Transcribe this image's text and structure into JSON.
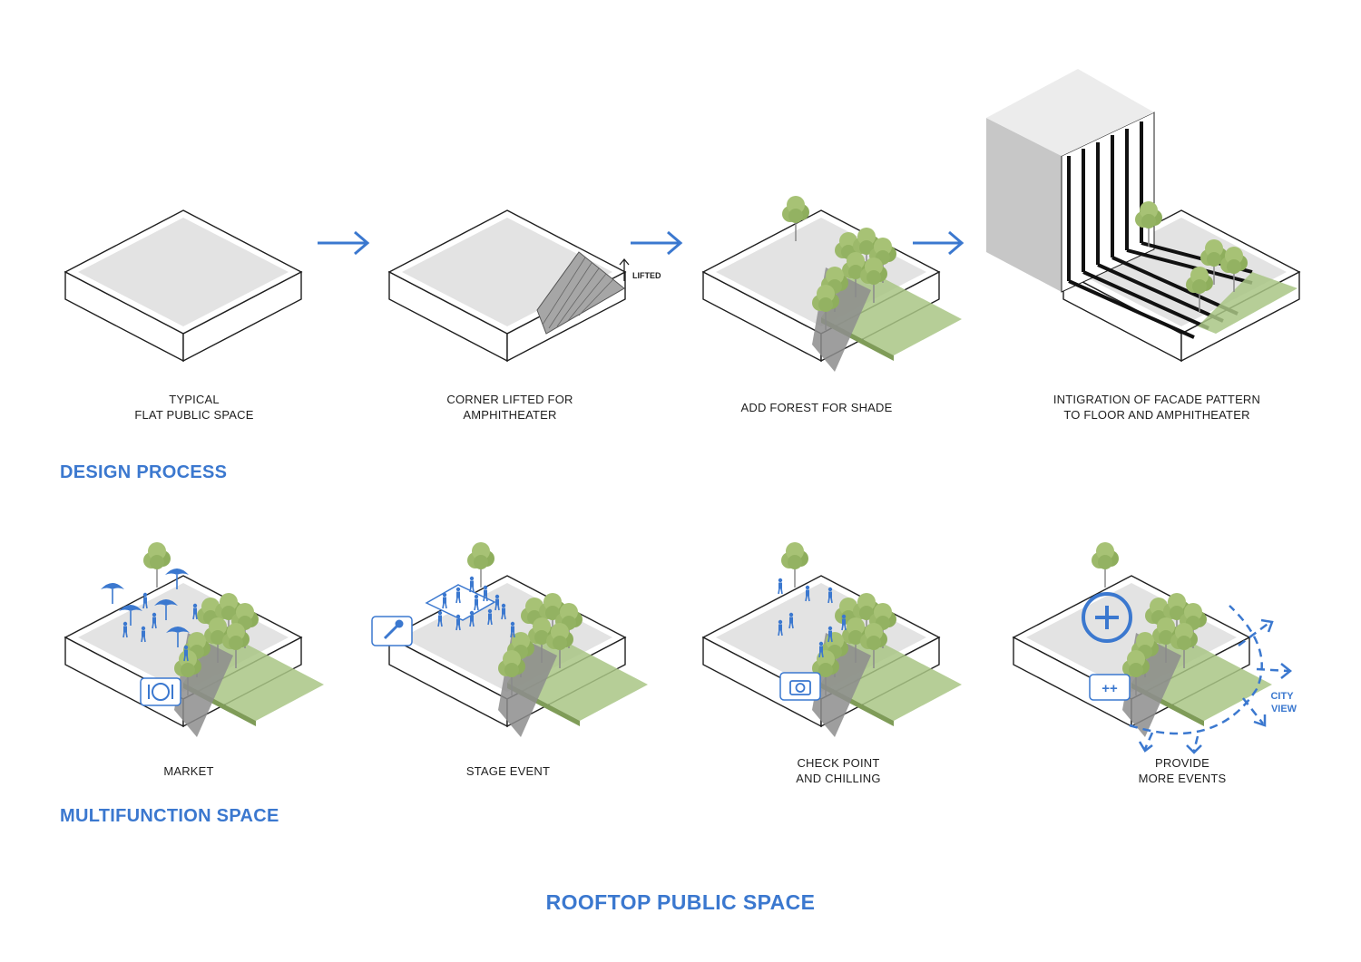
{
  "title": "ROOFTOP PUBLIC SPACE",
  "sections": {
    "design_process": "DESIGN PROCESS",
    "multifunction": "MULTIFUNCTION SPACE"
  },
  "design_steps": [
    {
      "line1": "TYPICAL",
      "line2": "FLAT PUBLIC SPACE"
    },
    {
      "line1": "CORNER LIFTED FOR",
      "line2": "AMPHITHEATER"
    },
    {
      "line1": "ADD FOREST FOR SHADE",
      "line2": ""
    },
    {
      "line1": "INTIGRATION OF FACADE PATTERN",
      "line2": "TO FLOOR AND AMPHITHEATER"
    }
  ],
  "functions": [
    {
      "line1": "MARKET",
      "line2": ""
    },
    {
      "line1": "STAGE EVENT",
      "line2": ""
    },
    {
      "line1": "CHECK POINT",
      "line2": "AND CHILLING"
    },
    {
      "line1": "PROVIDE",
      "line2": "MORE EVENTS"
    }
  ],
  "annotations": {
    "lifted": "LIFTED",
    "city": "CITY",
    "view": "VIEW",
    "more_events_badge": "++"
  },
  "icons": [
    "arrow-right-icon",
    "tree-icon",
    "umbrella-icon",
    "plate-icon",
    "microphone-icon",
    "camera-icon",
    "plus-circle-icon",
    "people-icon"
  ],
  "colors": {
    "accent": "#3b78cf",
    "tree": "#9cb96a",
    "grass": "#a9c585",
    "floor": "#e3e3e3"
  }
}
